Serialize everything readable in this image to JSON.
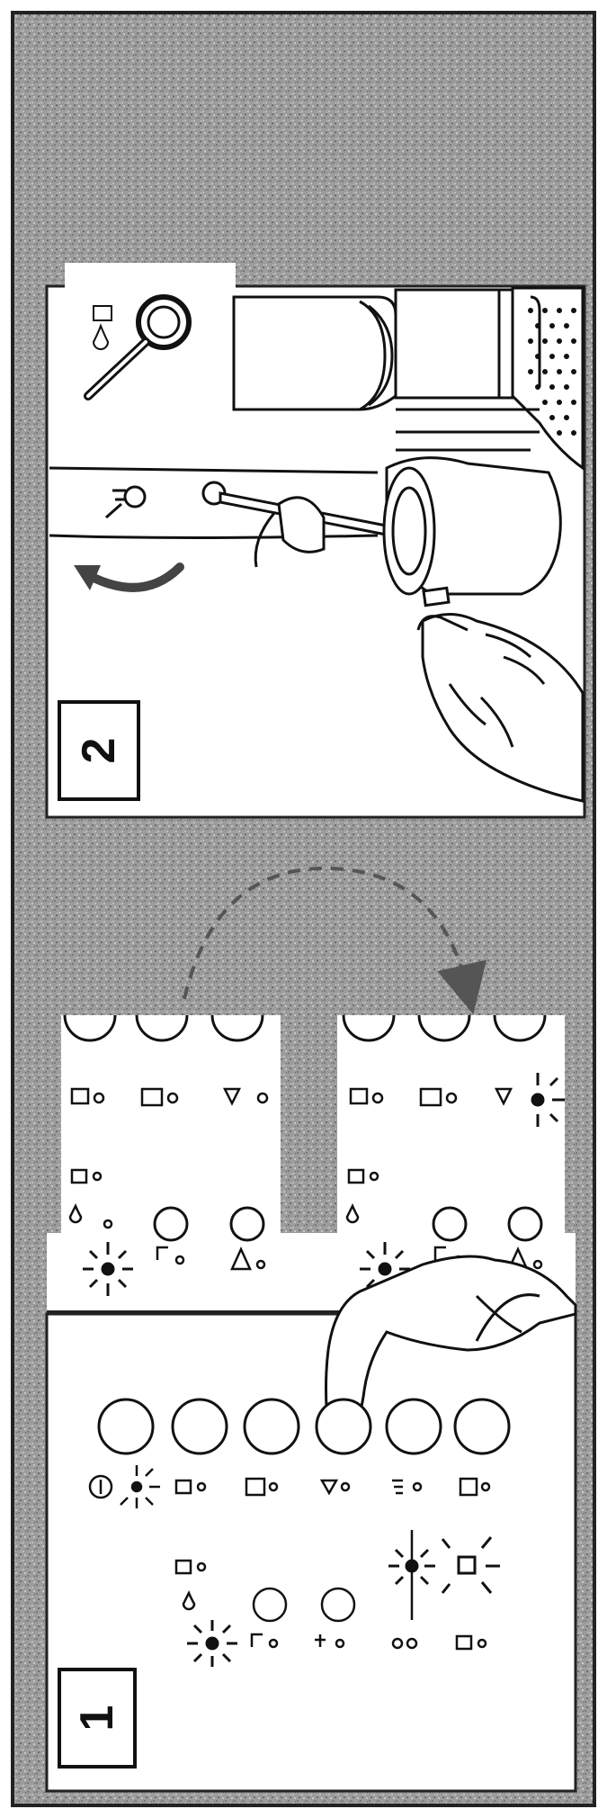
{
  "page": {
    "background_texture_color": "#9a9a9a",
    "panel_color": "#ffffff",
    "ink_color": "#111111",
    "arrow_color": "#555555"
  },
  "step_2": {
    "number": "2",
    "icons": [
      "magnifier-icon",
      "steam-nozzle-icon",
      "rotate-arrow-icon"
    ]
  },
  "step_1": {
    "number": "1",
    "buttons_count": 6,
    "icons": [
      "power-icon",
      "cup-small-icon",
      "cup-large-icon",
      "steam-icon",
      "hot-water-icon",
      "grounds-icon"
    ]
  },
  "transition": {
    "arrow": "dashed-curved-arrow"
  }
}
